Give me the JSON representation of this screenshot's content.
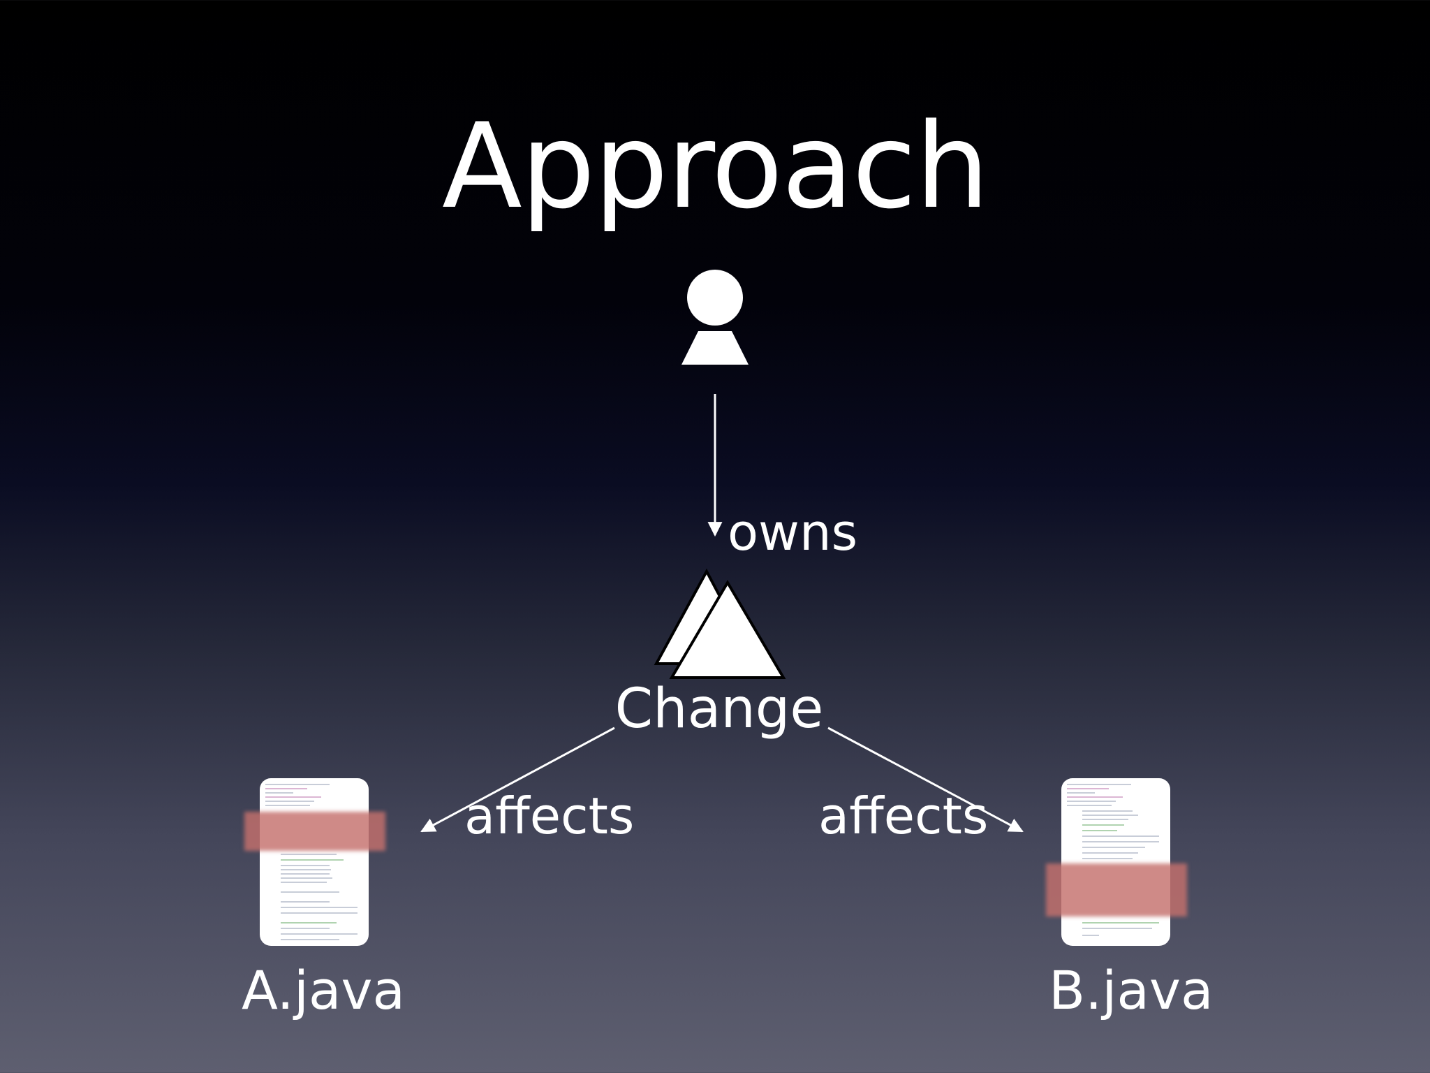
{
  "slide": {
    "title": "Approach"
  },
  "diagram": {
    "owner_icon": "person-icon",
    "change_icon": "change-triangles-icon",
    "file_icon": "code-document-icon",
    "edges": {
      "owns": "owns",
      "affects_left": "affects",
      "affects_right": "affects"
    },
    "nodes": {
      "change": "Change",
      "file_a": "A.java",
      "file_b": "B.java"
    },
    "colors": {
      "foreground": "#ffffff",
      "highlight": "#c4706c"
    }
  }
}
